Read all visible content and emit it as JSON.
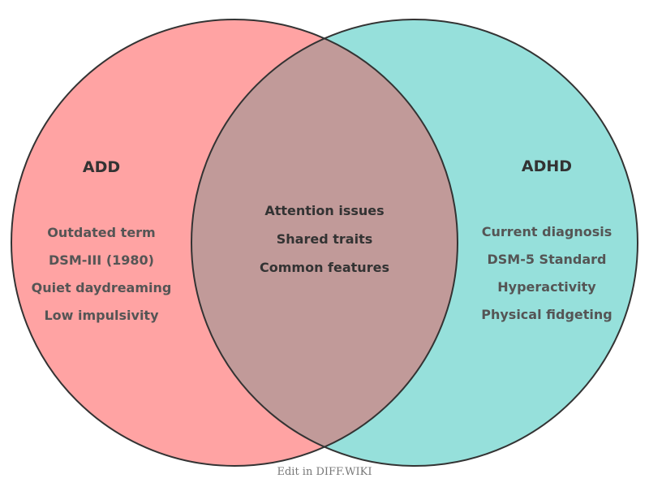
{
  "colors": {
    "left_fill": "#ffa3a3",
    "right_fill": "#96e0db",
    "overlap_fill": "#c19a99",
    "stroke": "#333333"
  },
  "venn": {
    "left": {
      "title": "ADD",
      "items": [
        "Outdated term",
        "DSM-III (1980)",
        "Quiet daydreaming",
        "Low impulsivity"
      ]
    },
    "right": {
      "title": "ADHD",
      "items": [
        "Current diagnosis",
        "DSM-5 Standard",
        "Hyperactivity",
        "Physical fidgeting"
      ]
    },
    "overlap": {
      "items": [
        "Attention issues",
        "Shared traits",
        "Common features"
      ]
    }
  },
  "footer": {
    "text": "Edit in DIFF.WIKI"
  }
}
